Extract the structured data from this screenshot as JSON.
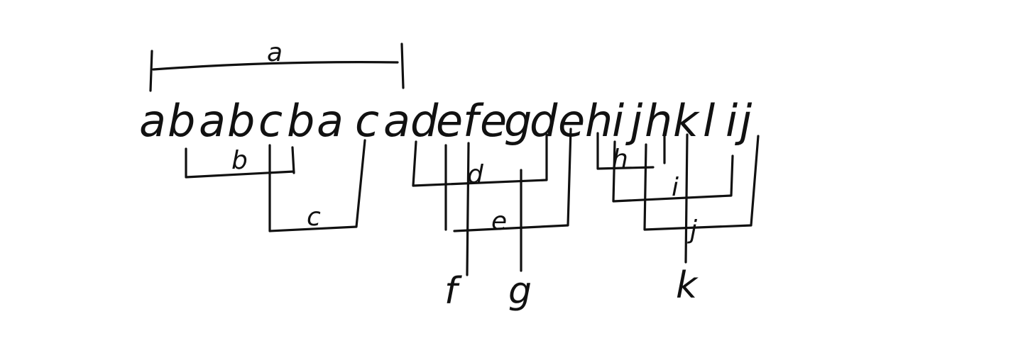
{
  "sequence": [
    "a",
    "b",
    "a",
    "b",
    "c",
    "b",
    "a",
    "c",
    "a",
    "d",
    "e",
    "f",
    "e",
    "g",
    "d",
    "e",
    "h",
    "i",
    "j",
    "h",
    "k",
    "l",
    "i",
    "j"
  ],
  "brackets": {
    "a": "a",
    "b": "b",
    "c": "c",
    "d": "d",
    "e": "e",
    "h": "h",
    "i": "i",
    "j": "j"
  },
  "leaves": {
    "f": "f",
    "g": "g",
    "k": "k"
  },
  "colors": {
    "ink": "#111111",
    "background": "#ffffff"
  }
}
